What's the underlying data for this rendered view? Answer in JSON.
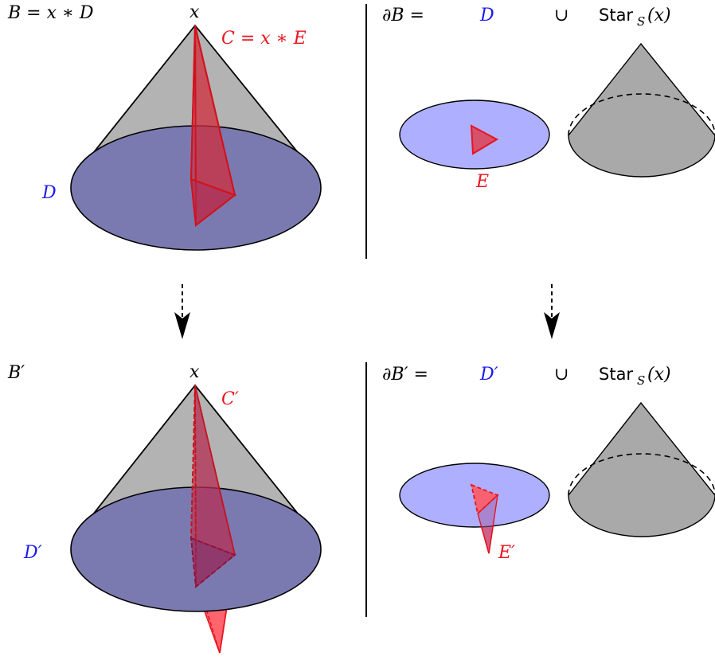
{
  "colors": {
    "cone_fill": "#b3b3b3",
    "cone_fill_dark": "#a9a9a9",
    "disk_fill_top": "#7b7ab0",
    "disk_fill_side": "#aeb0ff",
    "simplex_red": "#e8141e",
    "simplex_fill": "#e03a46",
    "label_blue": "#1a1aee",
    "label_red": "#e8141e"
  },
  "top_left": {
    "title": "B = x ∗ D",
    "apex_label": "x",
    "cone_label": "C = x ∗ E",
    "disk_label": "D"
  },
  "top_right": {
    "boundary_label": "∂B =",
    "disk_label": "D",
    "union_symbol": "∪",
    "star_label": "Star",
    "star_subscript": "S",
    "star_arg": "(x)",
    "simplex_label": "E"
  },
  "bottom_left": {
    "title": "B′",
    "apex_label": "x",
    "cone_label": "C′",
    "disk_label": "D′"
  },
  "bottom_right": {
    "boundary_label": "∂B′ =",
    "disk_label": "D′",
    "union_symbol": "∪",
    "star_label": "Star",
    "star_subscript": "S",
    "star_arg": "(x)",
    "simplex_label": "E′"
  },
  "arrows": [
    {
      "name": "left-down-arrow",
      "style": "dashed"
    },
    {
      "name": "right-down-arrow",
      "style": "dashed"
    }
  ]
}
